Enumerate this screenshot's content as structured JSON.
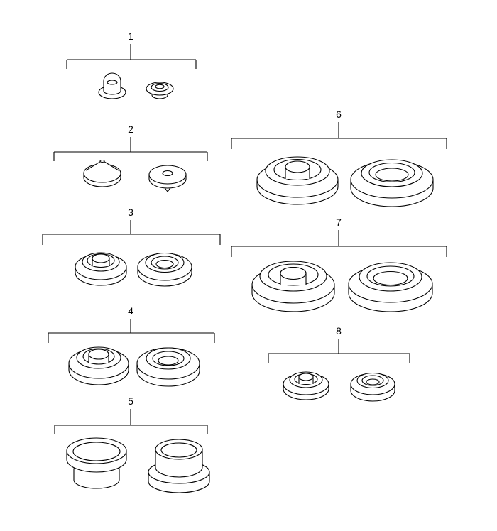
{
  "groups": [
    {
      "id": "group-1",
      "number": "1",
      "part_kinds": [
        "plug-cap",
        "grommet-small"
      ]
    },
    {
      "id": "group-2",
      "number": "2",
      "part_kinds": [
        "disc-plug-cone",
        "disc-plug-flat"
      ]
    },
    {
      "id": "group-3",
      "number": "3",
      "part_kinds": [
        "grommet-open",
        "grommet-closed"
      ]
    },
    {
      "id": "group-4",
      "number": "4",
      "part_kinds": [
        "grommet-open",
        "grommet-closed"
      ]
    },
    {
      "id": "group-5",
      "number": "5",
      "part_kinds": [
        "ring-plug-large",
        "ring-plug-flanged"
      ]
    },
    {
      "id": "group-6",
      "number": "6",
      "part_kinds": [
        "grommet-open",
        "grommet-closed"
      ]
    },
    {
      "id": "group-7",
      "number": "7",
      "part_kinds": [
        "grommet-open",
        "grommet-closed"
      ]
    },
    {
      "id": "group-8",
      "number": "8",
      "part_kinds": [
        "grommet-open",
        "grommet-closed"
      ]
    }
  ]
}
